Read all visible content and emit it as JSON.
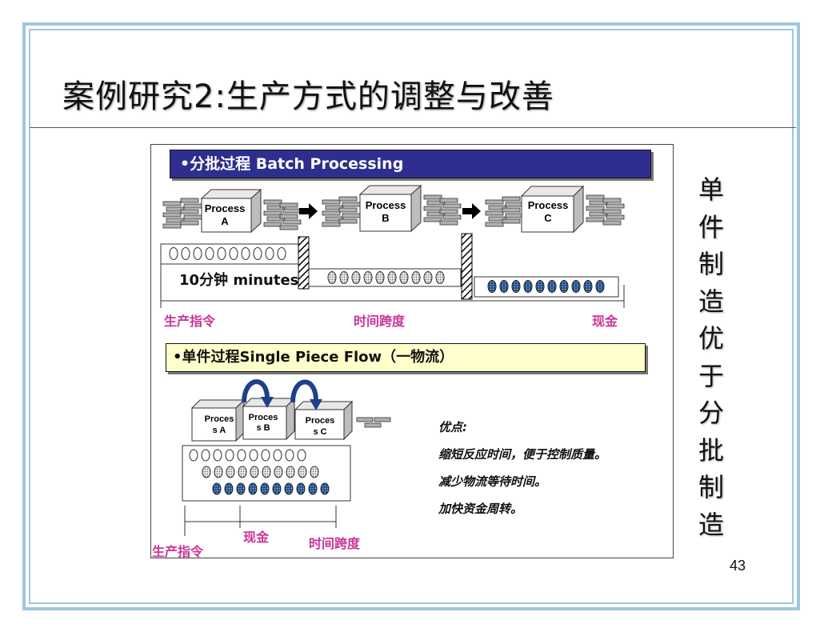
{
  "slide": {
    "title": "案例研究2:生产方式的调整与改善",
    "side_text": [
      "单",
      "件",
      "制",
      "造",
      "优",
      "于",
      "分",
      "批",
      "制",
      "造"
    ],
    "page_number": "43"
  },
  "batch": {
    "header": "•分批过程 Batch Processing",
    "processes": [
      {
        "line1": "Process",
        "line2": "A"
      },
      {
        "line1": "Process",
        "line2": "B"
      },
      {
        "line1": "Process",
        "line2": "C"
      }
    ],
    "time_label": "10分钟 minutes",
    "labels": {
      "start": "生产指令",
      "middle": "时间跨度",
      "end": "现金"
    }
  },
  "single": {
    "header": "•单件过程Single Piece Flow（一物流）",
    "processes": [
      {
        "line1": "Proces",
        "line2": "s A"
      },
      {
        "line1": "Proces",
        "line2": "s B"
      },
      {
        "line1": "Proces",
        "line2": "s C"
      }
    ],
    "labels": {
      "start": "生产指令",
      "middle": "现金",
      "end": "时间跨度"
    },
    "advantages": {
      "heading": "优点:",
      "items": [
        "缩短反应时间，便于控制质量。",
        "减少物流等待时间。",
        "加快资金周转。"
      ]
    }
  },
  "colors": {
    "frame": "#9fc6e0",
    "batch_header": "#2e2e8f",
    "single_header": "#ffffcc",
    "label": "#cc3399",
    "dark_circle": "#1f4e8c"
  }
}
